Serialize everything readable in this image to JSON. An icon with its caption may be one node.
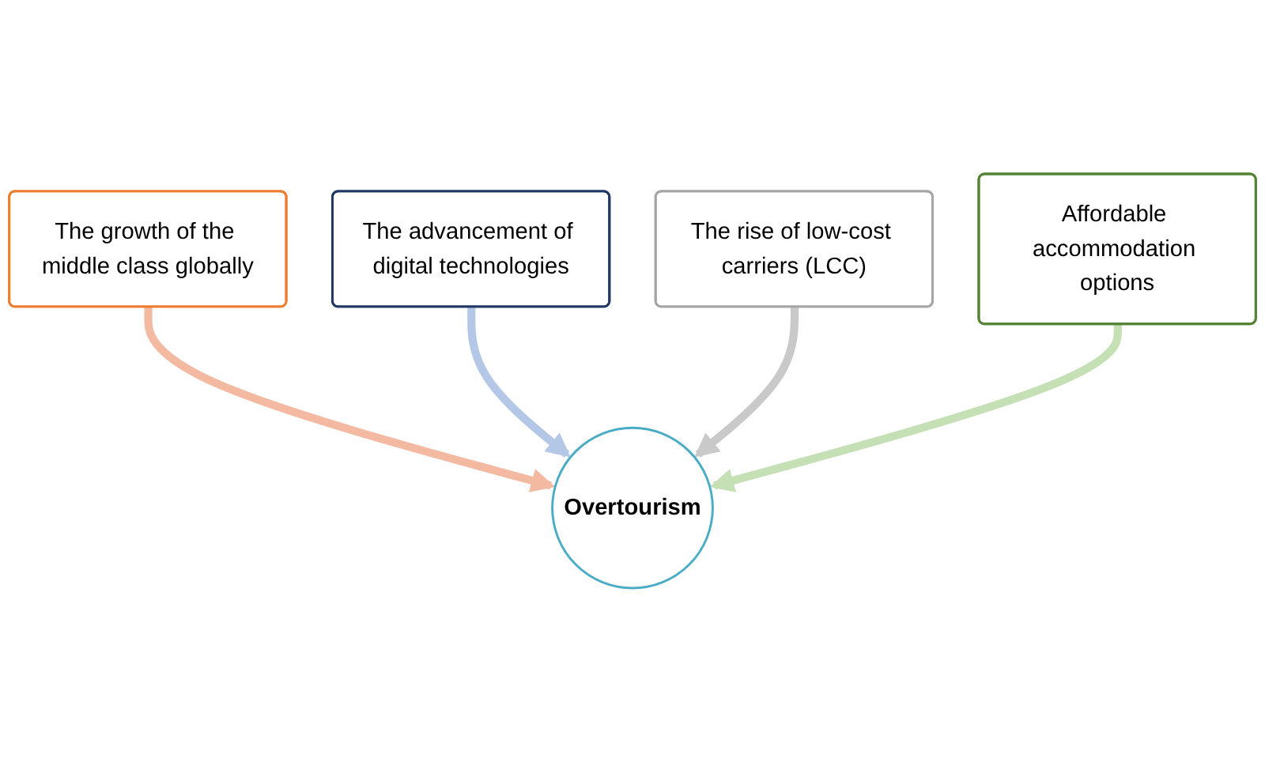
{
  "diagram": {
    "nodes": [
      {
        "text": [
          "The growth of the middle class globally"
        ]
      },
      {
        "text": [
          "The advancement of digital technologies"
        ]
      },
      {
        "text": [
          "The rise of low-cost carriers (LCC)"
        ]
      },
      {
        "text": [
          "Affordable accommodation options"
        ]
      },
      {
        "text": [
          "Overtourism"
        ]
      }
    ],
    "edges": [
      {
        "from": 0,
        "to": 4,
        "arrow": "to",
        "color": "#f4b9a1"
      },
      {
        "from": 1,
        "to": 4,
        "arrow": "to",
        "color": "#b4c7e7"
      },
      {
        "from": 2,
        "to": 4,
        "arrow": "to",
        "color": "#c9c9c9"
      },
      {
        "from": 3,
        "to": 4,
        "arrow": "to",
        "color": "#c5e0b4"
      }
    ]
  }
}
